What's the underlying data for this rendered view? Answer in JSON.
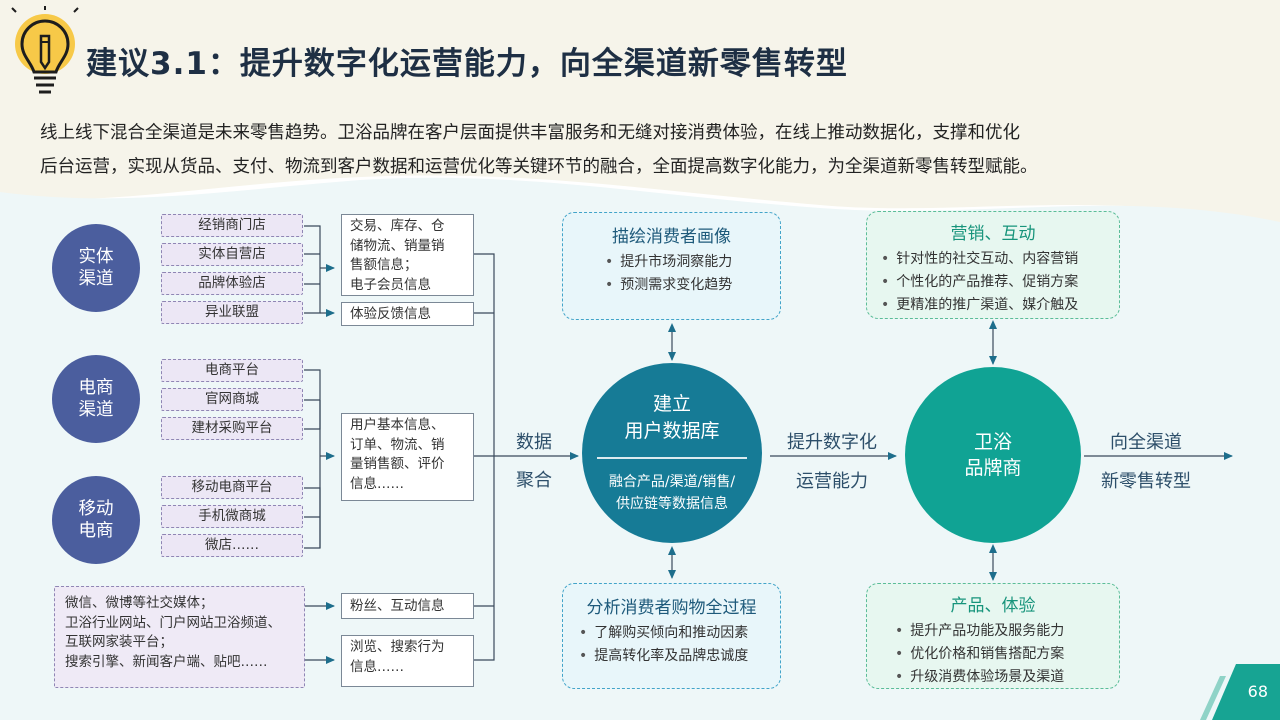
{
  "title": "建议3.1：提升数字化运营能力，向全渠道新零售转型",
  "intro": {
    "line1": "线上线下混合全渠道是未来零售趋势。卫浴品牌在客户层面提供丰富服务和无缝对接消费体验，在线上推动数据化，支撑和优化",
    "line2": "后台运营，实现从货品、支付、物流到客户数据和运营优化等关键环节的融合，全面提高数字化能力，为全渠道新零售转型赋能。"
  },
  "channels": [
    {
      "line1": "实体",
      "line2": "渠道",
      "items": [
        "经销商门店",
        "实体自营店",
        "品牌体验店",
        "异业联盟"
      ]
    },
    {
      "line1": "电商",
      "line2": "渠道",
      "items": [
        "电商平台",
        "官网商城",
        "建材采购平台"
      ]
    },
    {
      "line1": "移动",
      "line2": "电商",
      "items": [
        "移动电商平台",
        "手机微商城",
        "微店……"
      ]
    }
  ],
  "social_sources": [
    "微信、微博等社交媒体；",
    "卫浴行业网站、门户网站卫浴频道、",
    "互联网家装平台；",
    "搜索引擎、新闻客户端、贴吧……"
  ],
  "info_boxes": {
    "trade": [
      "交易、库存、仓",
      "储物流、销量销",
      "售额信息；",
      "电子会员信息"
    ],
    "feedback": "体验反馈信息",
    "user": [
      "用户基本信息、",
      "订单、物流、销",
      "量销售额、评价",
      "信息……"
    ],
    "fans": "粉丝、互动信息",
    "browse": [
      "浏览、搜索行为",
      "信息……"
    ]
  },
  "labels": {
    "data1": "数据",
    "data2": "聚合",
    "upgrade1": "提升数字化",
    "upgrade2": "运营能力",
    "out1": "向全渠道",
    "out2": "新零售转型"
  },
  "database": {
    "line1": "建立",
    "line2": "用户数据库",
    "sub1": "融合产品/渠道/销售/",
    "sub2": "供应链等数据信息"
  },
  "brand": {
    "line1": "卫浴",
    "line2": "品牌商"
  },
  "portrait": {
    "title": "描绘消费者画像",
    "items": [
      "提升市场洞察能力",
      "预测需求变化趋势"
    ]
  },
  "process": {
    "title": "分析消费者购物全过程",
    "items": [
      "了解购买倾向和推动因素",
      "提高转化率及品牌忠诚度"
    ]
  },
  "marketing": {
    "title": "营销、互动",
    "items": [
      "针对性的社交互动、内容营销",
      "个性化的产品推荐、促销方案",
      "更精准的推广渠道、媒介触及"
    ]
  },
  "product": {
    "title": "产品、体验",
    "items": [
      "提升产品功能及服务能力",
      "优化价格和销售搭配方案",
      "升级消费体验场景及渠道"
    ]
  },
  "page_number": "68",
  "colors": {
    "channel_circle": "#4b5e9e",
    "database_circle": "#167b96",
    "brand_circle": "#10a394",
    "accent_teal": "#16a394"
  }
}
